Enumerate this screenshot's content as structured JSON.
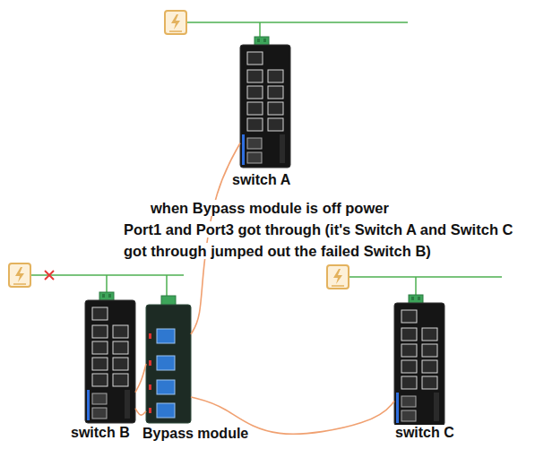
{
  "diagram": {
    "nodes": [
      {
        "text": [
          "switch A"
        ]
      },
      {
        "text": [
          "switch B"
        ]
      },
      {
        "text": [
          "Bypass module"
        ]
      },
      {
        "text": [
          "switch C"
        ]
      }
    ],
    "edges": [
      {
        "from": 0,
        "to": 2,
        "arrow": "none"
      },
      {
        "from": 1,
        "to": 2,
        "arrow": "none"
      },
      {
        "from": 1,
        "to": 2,
        "arrow": "none"
      },
      {
        "from": 2,
        "to": 3,
        "arrow": "none"
      }
    ],
    "labels": [
      "when Bypass module is off power",
      "Port1 and Port3 got through (it's Switch A and Switch C got through jumped out the failed Switch B)"
    ]
  }
}
